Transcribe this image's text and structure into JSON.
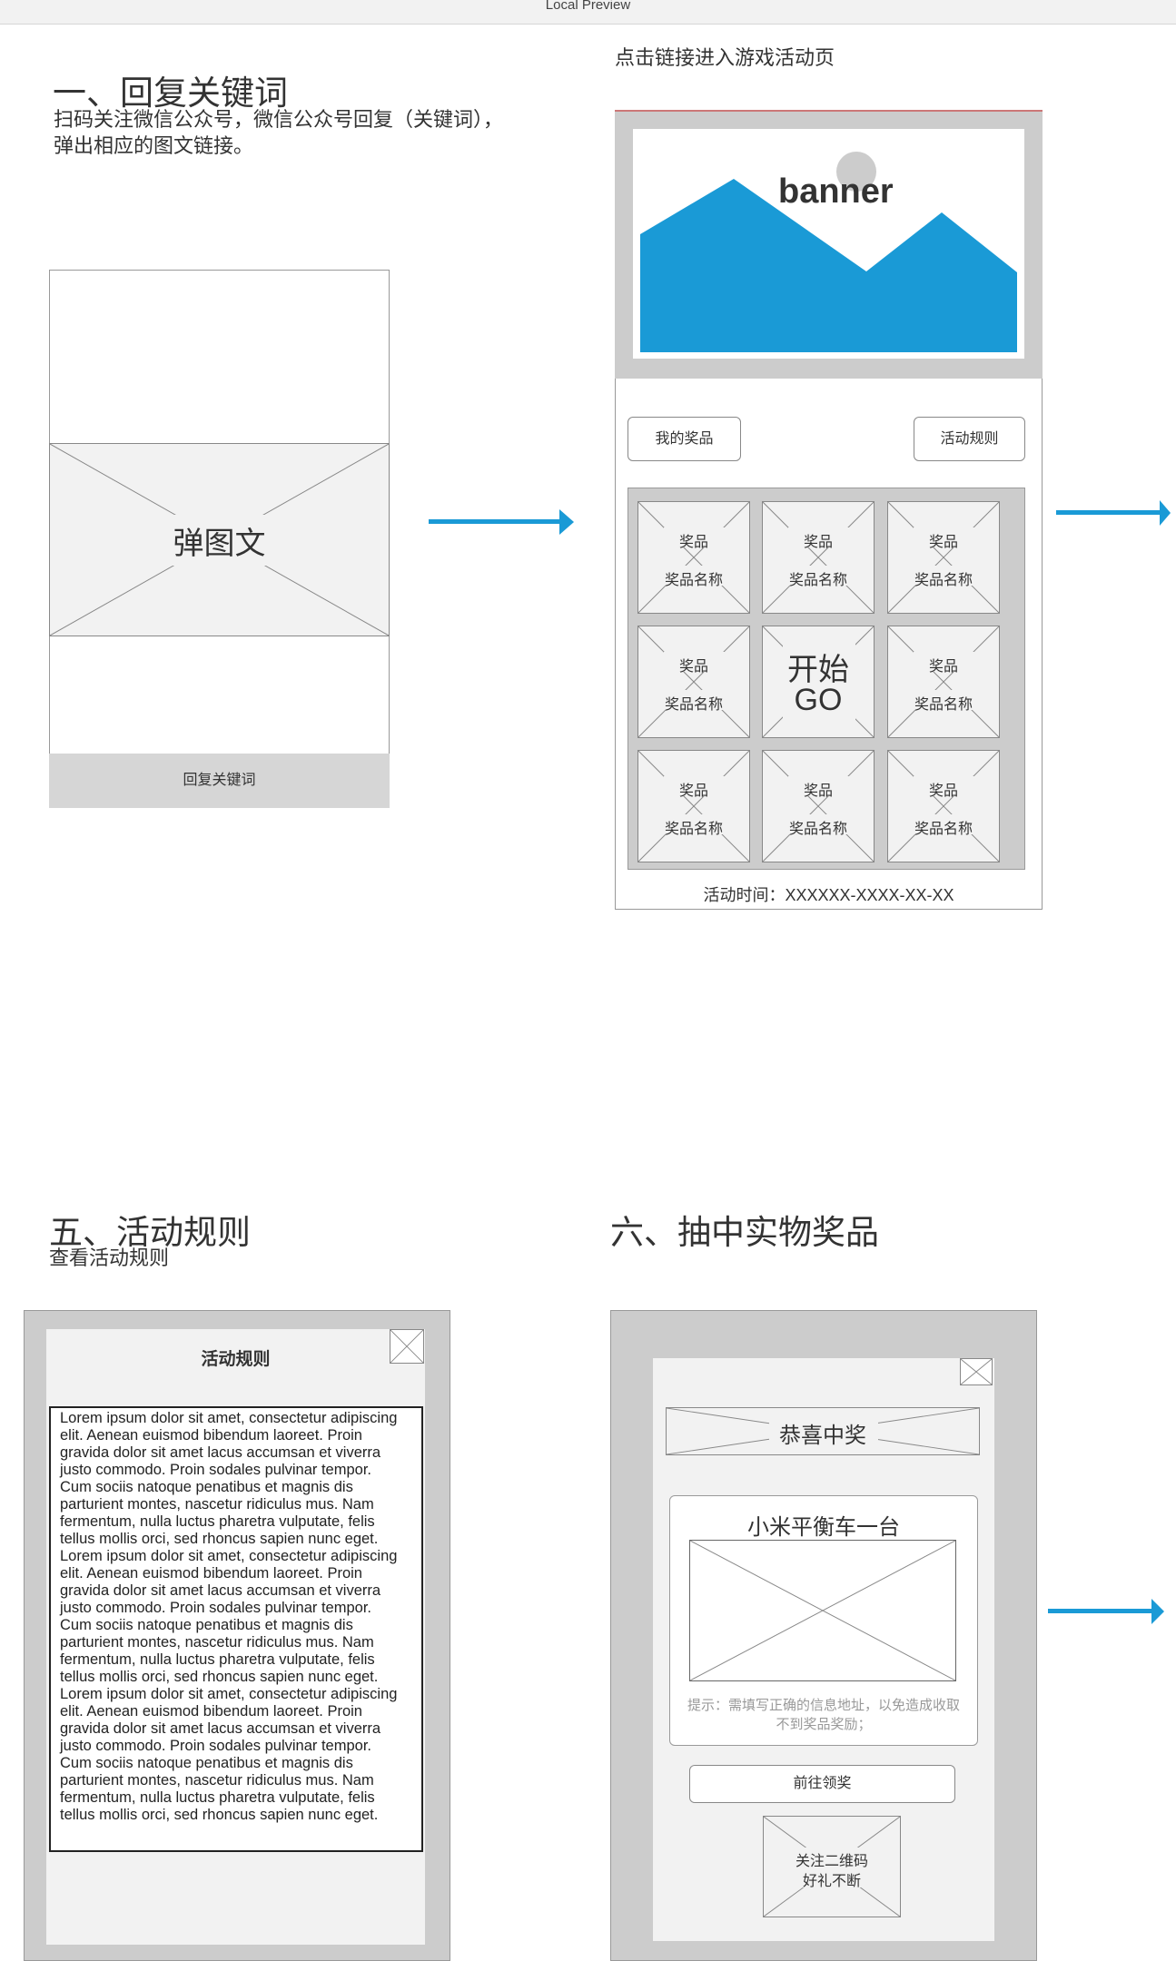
{
  "window": {
    "title": "Local Preview"
  },
  "section1": {
    "title": "一、回复关键词",
    "description_line1": "扫码关注微信公众号，微信公众号回复（关键词），",
    "description_line2": "弹出相应的图文链接。",
    "popup_label": "弹图文",
    "input_bar_label": "回复关键词"
  },
  "section2": {
    "caption": "点击链接进入游戏活动页",
    "banner_text": "banner",
    "my_prizes_button": "我的奖品",
    "rules_button": "活动规则",
    "grid": [
      {
        "title": "奖品",
        "name": "奖品名称"
      },
      {
        "title": "奖品",
        "name": "奖品名称"
      },
      {
        "title": "奖品",
        "name": "奖品名称"
      },
      {
        "title": "奖品",
        "name": "奖品名称"
      },
      {
        "title": "开始",
        "name": "GO"
      },
      {
        "title": "奖品",
        "name": "奖品名称"
      },
      {
        "title": "奖品",
        "name": "奖品名称"
      },
      {
        "title": "奖品",
        "name": "奖品名称"
      },
      {
        "title": "奖品",
        "name": "奖品名称"
      }
    ],
    "activity_time": "活动时间：XXXXXX-XXXX-XX-XX"
  },
  "section5": {
    "title": "五、活动规则",
    "subtitle": "查看活动规则",
    "dialog_title": "活动规则",
    "body": "Lorem ipsum dolor sit amet, consectetur adipiscing elit. Aenean euismod bibendum laoreet. Proin gravida dolor sit amet lacus accumsan et viverra justo commodo. Proin sodales pulvinar tempor. Cum sociis natoque penatibus et magnis dis parturient montes, nascetur ridiculus mus. Nam fermentum, nulla luctus pharetra vulputate, felis tellus mollis orci, sed rhoncus sapien nunc eget. Lorem ipsum dolor sit amet, consectetur adipiscing elit. Aenean euismod bibendum laoreet. Proin gravida dolor sit amet lacus accumsan et viverra justo commodo. Proin sodales pulvinar tempor. Cum sociis natoque penatibus et magnis dis parturient montes, nascetur ridiculus mus. Nam fermentum, nulla luctus pharetra vulputate, felis tellus mollis orci, sed rhoncus sapien nunc eget. Lorem ipsum dolor sit amet, consectetur adipiscing elit. Aenean euismod bibendum laoreet. Proin gravida dolor sit amet lacus accumsan et viverra justo commodo. Proin sodales pulvinar tempor. Cum sociis natoque penatibus et magnis dis parturient montes, nascetur ridiculus mus. Nam fermentum, nulla luctus pharetra vulputate, felis tellus mollis orci, sed rhoncus sapien nunc eget."
  },
  "section6": {
    "title": "六、抽中实物奖品",
    "congrats": "恭喜中奖",
    "prize_name": "小米平衡车一台",
    "hint_line1": "提示：需填写正确的信息地址，以免造成收取",
    "hint_line2": "不到奖品奖励；",
    "claim_button": "前往领奖",
    "qr_line1": "关注二维码",
    "qr_line2": "好礼不断"
  },
  "colors": {
    "accent": "#1a9ad6",
    "overlay": "#cccccc",
    "panel": "#f2f2f2"
  }
}
